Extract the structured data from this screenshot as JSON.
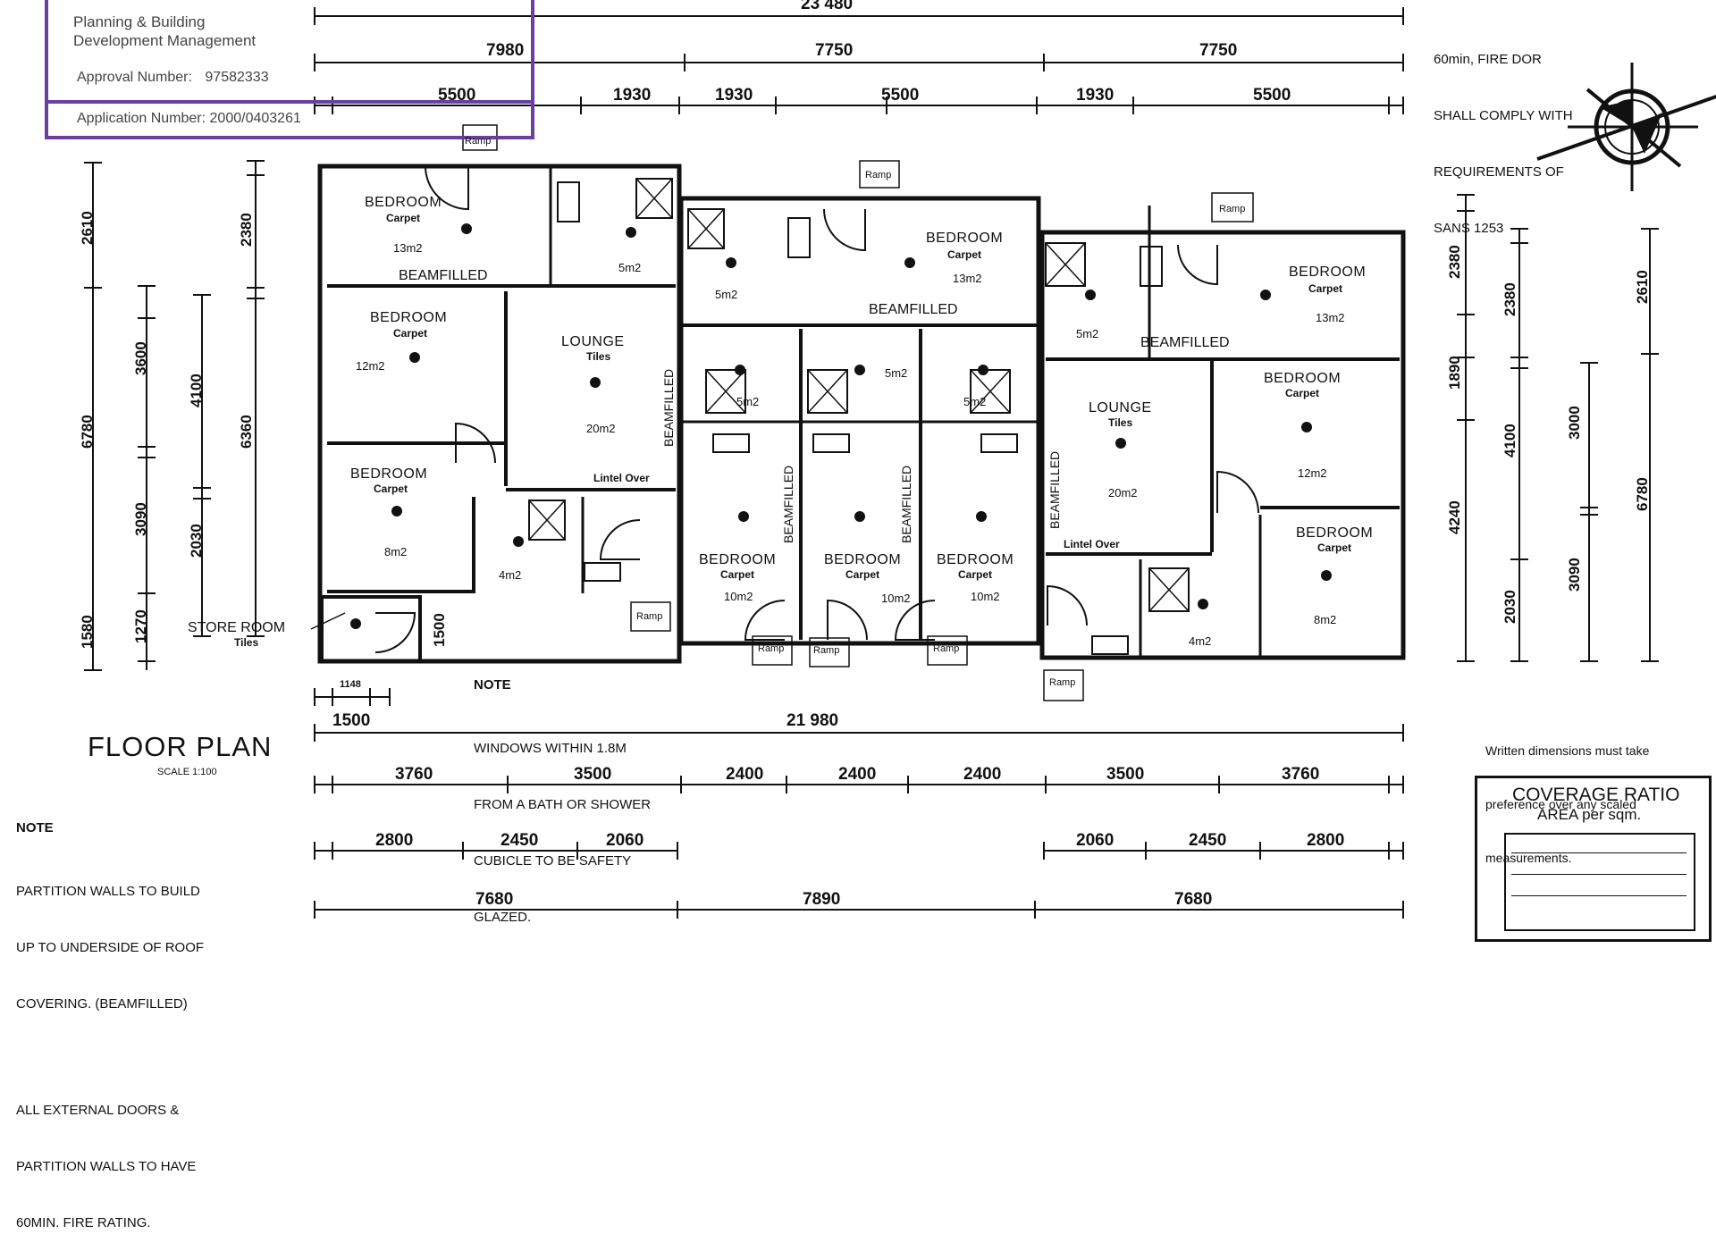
{
  "stamp": {
    "dept_line1": "Planning & Building",
    "dept_line2": "Development Management",
    "approval_label": "Approval Number:",
    "approval_number": "97582333",
    "application_label": "Application Number:",
    "application_number": "2000/0403261"
  },
  "title": {
    "main": "FLOOR PLAN",
    "scale": "SCALE 1:100"
  },
  "fire_note": [
    "60min, FIRE DOR",
    "SHALL COMPLY WITH",
    "REQUIREMENTS OF",
    "SANS 1253"
  ],
  "rooms": [
    {
      "name": "BEDROOM",
      "finish": "Carpet",
      "area": "13m2"
    },
    {
      "name": "BEDROOM",
      "finish": "Carpet",
      "area": "12m2"
    },
    {
      "name": "LOUNGE",
      "finish": "Tiles",
      "area": "20m2"
    },
    {
      "name": "BEDROOM",
      "finish": "Carpet",
      "area": "8m2"
    },
    {
      "name": "BEDROOM",
      "finish": "Carpet",
      "area": "13m2"
    },
    {
      "name": "BEDROOM",
      "finish": "Carpet",
      "area": "13m2"
    },
    {
      "name": "BEDROOM",
      "finish": "Carpet",
      "area": "12m2"
    },
    {
      "name": "LOUNGE",
      "finish": "Tiles",
      "area": "20m2"
    },
    {
      "name": "BEDROOM",
      "finish": "Carpet",
      "area": "8m2"
    },
    {
      "name": "BEDROOM",
      "finish": "Carpet",
      "area": "10m2"
    },
    {
      "name": "BEDROOM",
      "finish": "Carpet",
      "area": "10m2"
    },
    {
      "name": "BEDROOM",
      "finish": "Carpet",
      "area": "10m2"
    }
  ],
  "small_areas": [
    "5m2",
    "4m2",
    "5m2",
    "5m2",
    "5m2",
    "5m2",
    "5m2",
    "4m2"
  ],
  "beamfilled": "BEAMFILLED",
  "lintel": "Lintel Over",
  "ramp": "Ramp",
  "store_room": {
    "name": "STORE ROOM",
    "finish": "Tiles"
  },
  "dims_top": {
    "overall": "23 480",
    "bays": [
      "7980",
      "7750",
      "7750"
    ],
    "sub_left": "5500",
    "details": [
      "1930",
      "1930",
      "5500",
      "1930",
      "5500"
    ]
  },
  "dims_bottom": {
    "overall": "21 980",
    "row1": [
      "3760",
      "3500",
      "2400",
      "2400",
      "2400",
      "3500",
      "3760"
    ],
    "row2_left": [
      "2800",
      "2450",
      "2060"
    ],
    "row2_right": [
      "2060",
      "2450",
      "2800"
    ],
    "row3": [
      "7680",
      "7890",
      "7680"
    ],
    "small": "1500",
    "tiny": "1148"
  },
  "dims_left": {
    "outer": [
      "2610",
      "6780",
      "1580"
    ],
    "mid": [
      "3600",
      "3090",
      "1270"
    ],
    "inner": [
      "2380",
      "6360"
    ],
    "inner2": [
      "4100",
      "2030"
    ],
    "store": "1500"
  },
  "dims_right": {
    "outer": [
      "2610",
      "6780"
    ],
    "a": [
      "2380",
      "1890",
      "4240"
    ],
    "b": [
      "2380",
      "4100",
      "2030"
    ],
    "c": [
      "3000",
      "3090"
    ]
  },
  "note_windows": {
    "heading": "NOTE",
    "lines": [
      "WINDOWS WITHIN 1.8M",
      "FROM A BATH OR SHOWER",
      "CUBICLE TO BE SAFETY",
      "GLAZED."
    ]
  },
  "note_partition": {
    "heading": "NOTE",
    "lines": [
      "PARTITION WALLS TO BUILD",
      "UP TO UNDERSIDE OF ROOF",
      "COVERING. (BEAMFILLED)",
      "",
      "ALL EXTERNAL DOORS &",
      "PARTITION WALLS TO HAVE",
      "60MIN. FIRE RATING."
    ]
  },
  "written_note": [
    "Written dimensions must take",
    "preference over any scaled",
    "measurements."
  ],
  "coverage": {
    "title": "COVERAGE RATIO",
    "subtitle": "AREA per sqm."
  },
  "colors": {
    "stamp": "#6a3fa0",
    "ink": "#111111"
  }
}
